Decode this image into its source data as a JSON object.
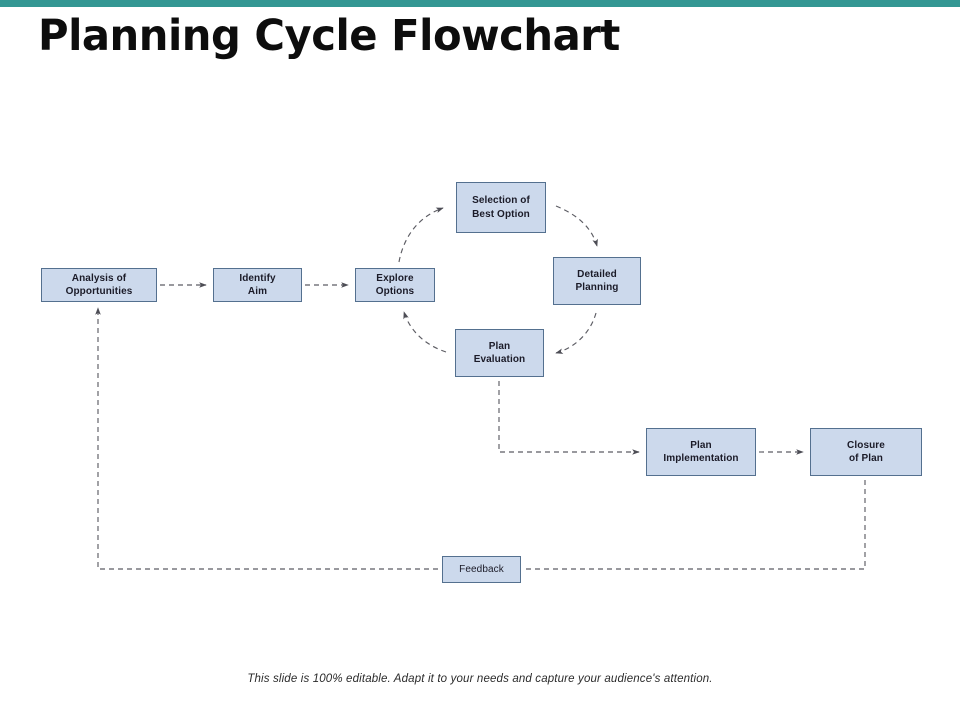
{
  "slide": {
    "title": "Planning Cycle Flowchart",
    "accent_color": "#349793",
    "background_color": "#ffffff",
    "footnote": "This slide is 100% editable. Adapt it to your needs and capture your audience's attention."
  },
  "diagram": {
    "type": "flowchart",
    "node_fill_color": "#ccd9ec",
    "node_border_color": "#54708f",
    "connector_color": "#595959",
    "connector_style": "dashed",
    "nodes": [
      {
        "id": "analysis",
        "label": "Analysis of\nOpportunities"
      },
      {
        "id": "identify_aim",
        "label": "Identify\nAim"
      },
      {
        "id": "explore",
        "label": "Explore\nOptions"
      },
      {
        "id": "selection",
        "label": "Selection of\nBest Option"
      },
      {
        "id": "detailed",
        "label": "Detailed\nPlanning"
      },
      {
        "id": "evaluation",
        "label": "Plan\nEvaluation"
      },
      {
        "id": "implementation",
        "label": "Plan\nImplementation"
      },
      {
        "id": "closure",
        "label": "Closure\nof Plan"
      },
      {
        "id": "feedback",
        "label": "Feedback"
      }
    ],
    "edges": [
      {
        "from": "analysis",
        "to": "identify_aim",
        "shape": "straight"
      },
      {
        "from": "identify_aim",
        "to": "explore",
        "shape": "straight"
      },
      {
        "from": "explore",
        "to": "selection",
        "shape": "curved"
      },
      {
        "from": "selection",
        "to": "detailed",
        "shape": "curved"
      },
      {
        "from": "detailed",
        "to": "evaluation",
        "shape": "curved"
      },
      {
        "from": "evaluation",
        "to": "explore",
        "shape": "curved"
      },
      {
        "from": "evaluation",
        "to": "implementation",
        "shape": "elbow"
      },
      {
        "from": "implementation",
        "to": "closure",
        "shape": "straight"
      },
      {
        "from": "closure",
        "to": "feedback",
        "shape": "elbow"
      },
      {
        "from": "feedback",
        "to": "analysis",
        "shape": "elbow"
      }
    ]
  }
}
